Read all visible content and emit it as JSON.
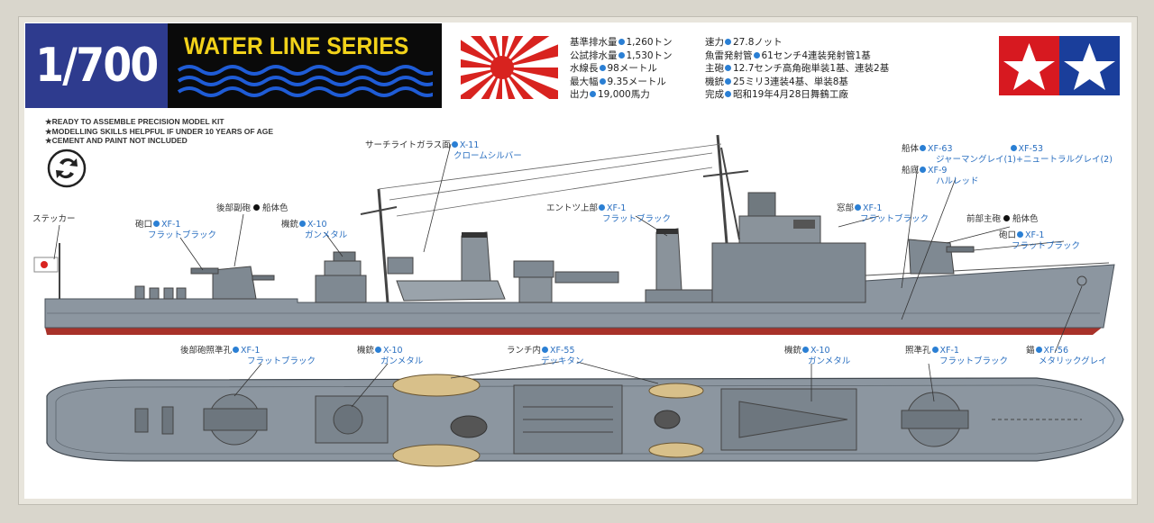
{
  "header": {
    "scale": "1/700",
    "series": "WATER LINE SERIES"
  },
  "specs": {
    "left": [
      {
        "label": "基準排水量",
        "value": "1,260トン"
      },
      {
        "label": "公試排水量",
        "value": "1,530トン"
      },
      {
        "label": "水線長",
        "value": "98メートル"
      },
      {
        "label": "最大幅",
        "value": "9.35メートル"
      },
      {
        "label": "出力",
        "value": "19,000馬力"
      }
    ],
    "right": [
      {
        "label": "速力",
        "value": "27.8ノット"
      },
      {
        "label": "魚雷発射管",
        "value": "61センチ4連装発射管1基"
      },
      {
        "label": "主砲",
        "value": "12.7センチ高角砲単装1基、連装2基"
      },
      {
        "label": "機銃",
        "value": "25ミリ3連装4基、単装8基"
      },
      {
        "label": "完成",
        "value": "昭和19年4月28日舞鶴工廠"
      }
    ]
  },
  "notes": [
    "READY TO ASSEMBLE PRECISION MODEL KIT",
    "MODELLING SKILLS HELPFUL IF UNDER 10 YEARS OF AGE",
    "CEMENT AND PAINT NOT INCLUDED"
  ],
  "callouts": {
    "searchlight": {
      "label": "サーチライトガラス面",
      "code": "X-11",
      "sub": "クロームシルバー"
    },
    "hull": {
      "label": "船体",
      "code": "XF-63",
      "sub": "ジャーマングレイ(1)+ニュートラルグレイ(2)",
      "code2": "XF-53"
    },
    "bottom": {
      "label": "船底",
      "code": "XF-9",
      "sub": "ハルレッド"
    },
    "rear_gun": {
      "label": "後部副砲",
      "text": "船体色"
    },
    "muzzle_rear": {
      "label": "砲口",
      "code": "XF-1",
      "sub": "フラットブラック"
    },
    "sticker": {
      "label": "ステッカー"
    },
    "mg_aft": {
      "label": "機銃",
      "code": "X-10",
      "sub": "ガンメタル"
    },
    "funnel_top": {
      "label": "エントツ上部",
      "code": "XF-1",
      "sub": "フラットブラック"
    },
    "window": {
      "label": "窓部",
      "code": "XF-1",
      "sub": "フラットブラック"
    },
    "front_gun": {
      "label": "前部主砲",
      "text": "船体色"
    },
    "muzzle_front": {
      "label": "砲口",
      "code": "XF-1",
      "sub": "フラットブラック"
    },
    "rear_sight": {
      "label": "後部砲照準孔",
      "code": "XF-1",
      "sub": "フラットブラック"
    },
    "mg_deck": {
      "label": "機銃",
      "code": "X-10",
      "sub": "ガンメタル"
    },
    "launch": {
      "label": "ランチ内",
      "code": "XF-55",
      "sub": "デッキタン"
    },
    "mg_fore": {
      "label": "機銃",
      "code": "X-10",
      "sub": "ガンメタル"
    },
    "sight": {
      "label": "照準孔",
      "code": "XF-1",
      "sub": "フラットブラック"
    },
    "anchor": {
      "label": "錨",
      "code": "XF-56",
      "sub": "メタリックグレイ"
    }
  },
  "colors": {
    "badge_blue": "#2e3b8e",
    "series_yellow": "#f2d21a",
    "hull_grey": "#8c96a0",
    "hull_red": "#a8322a",
    "callout_blue": "#2a7fd4",
    "flag_red": "#d8231f",
    "logo_red": "#d71920",
    "logo_blue": "#1a3e9b"
  }
}
